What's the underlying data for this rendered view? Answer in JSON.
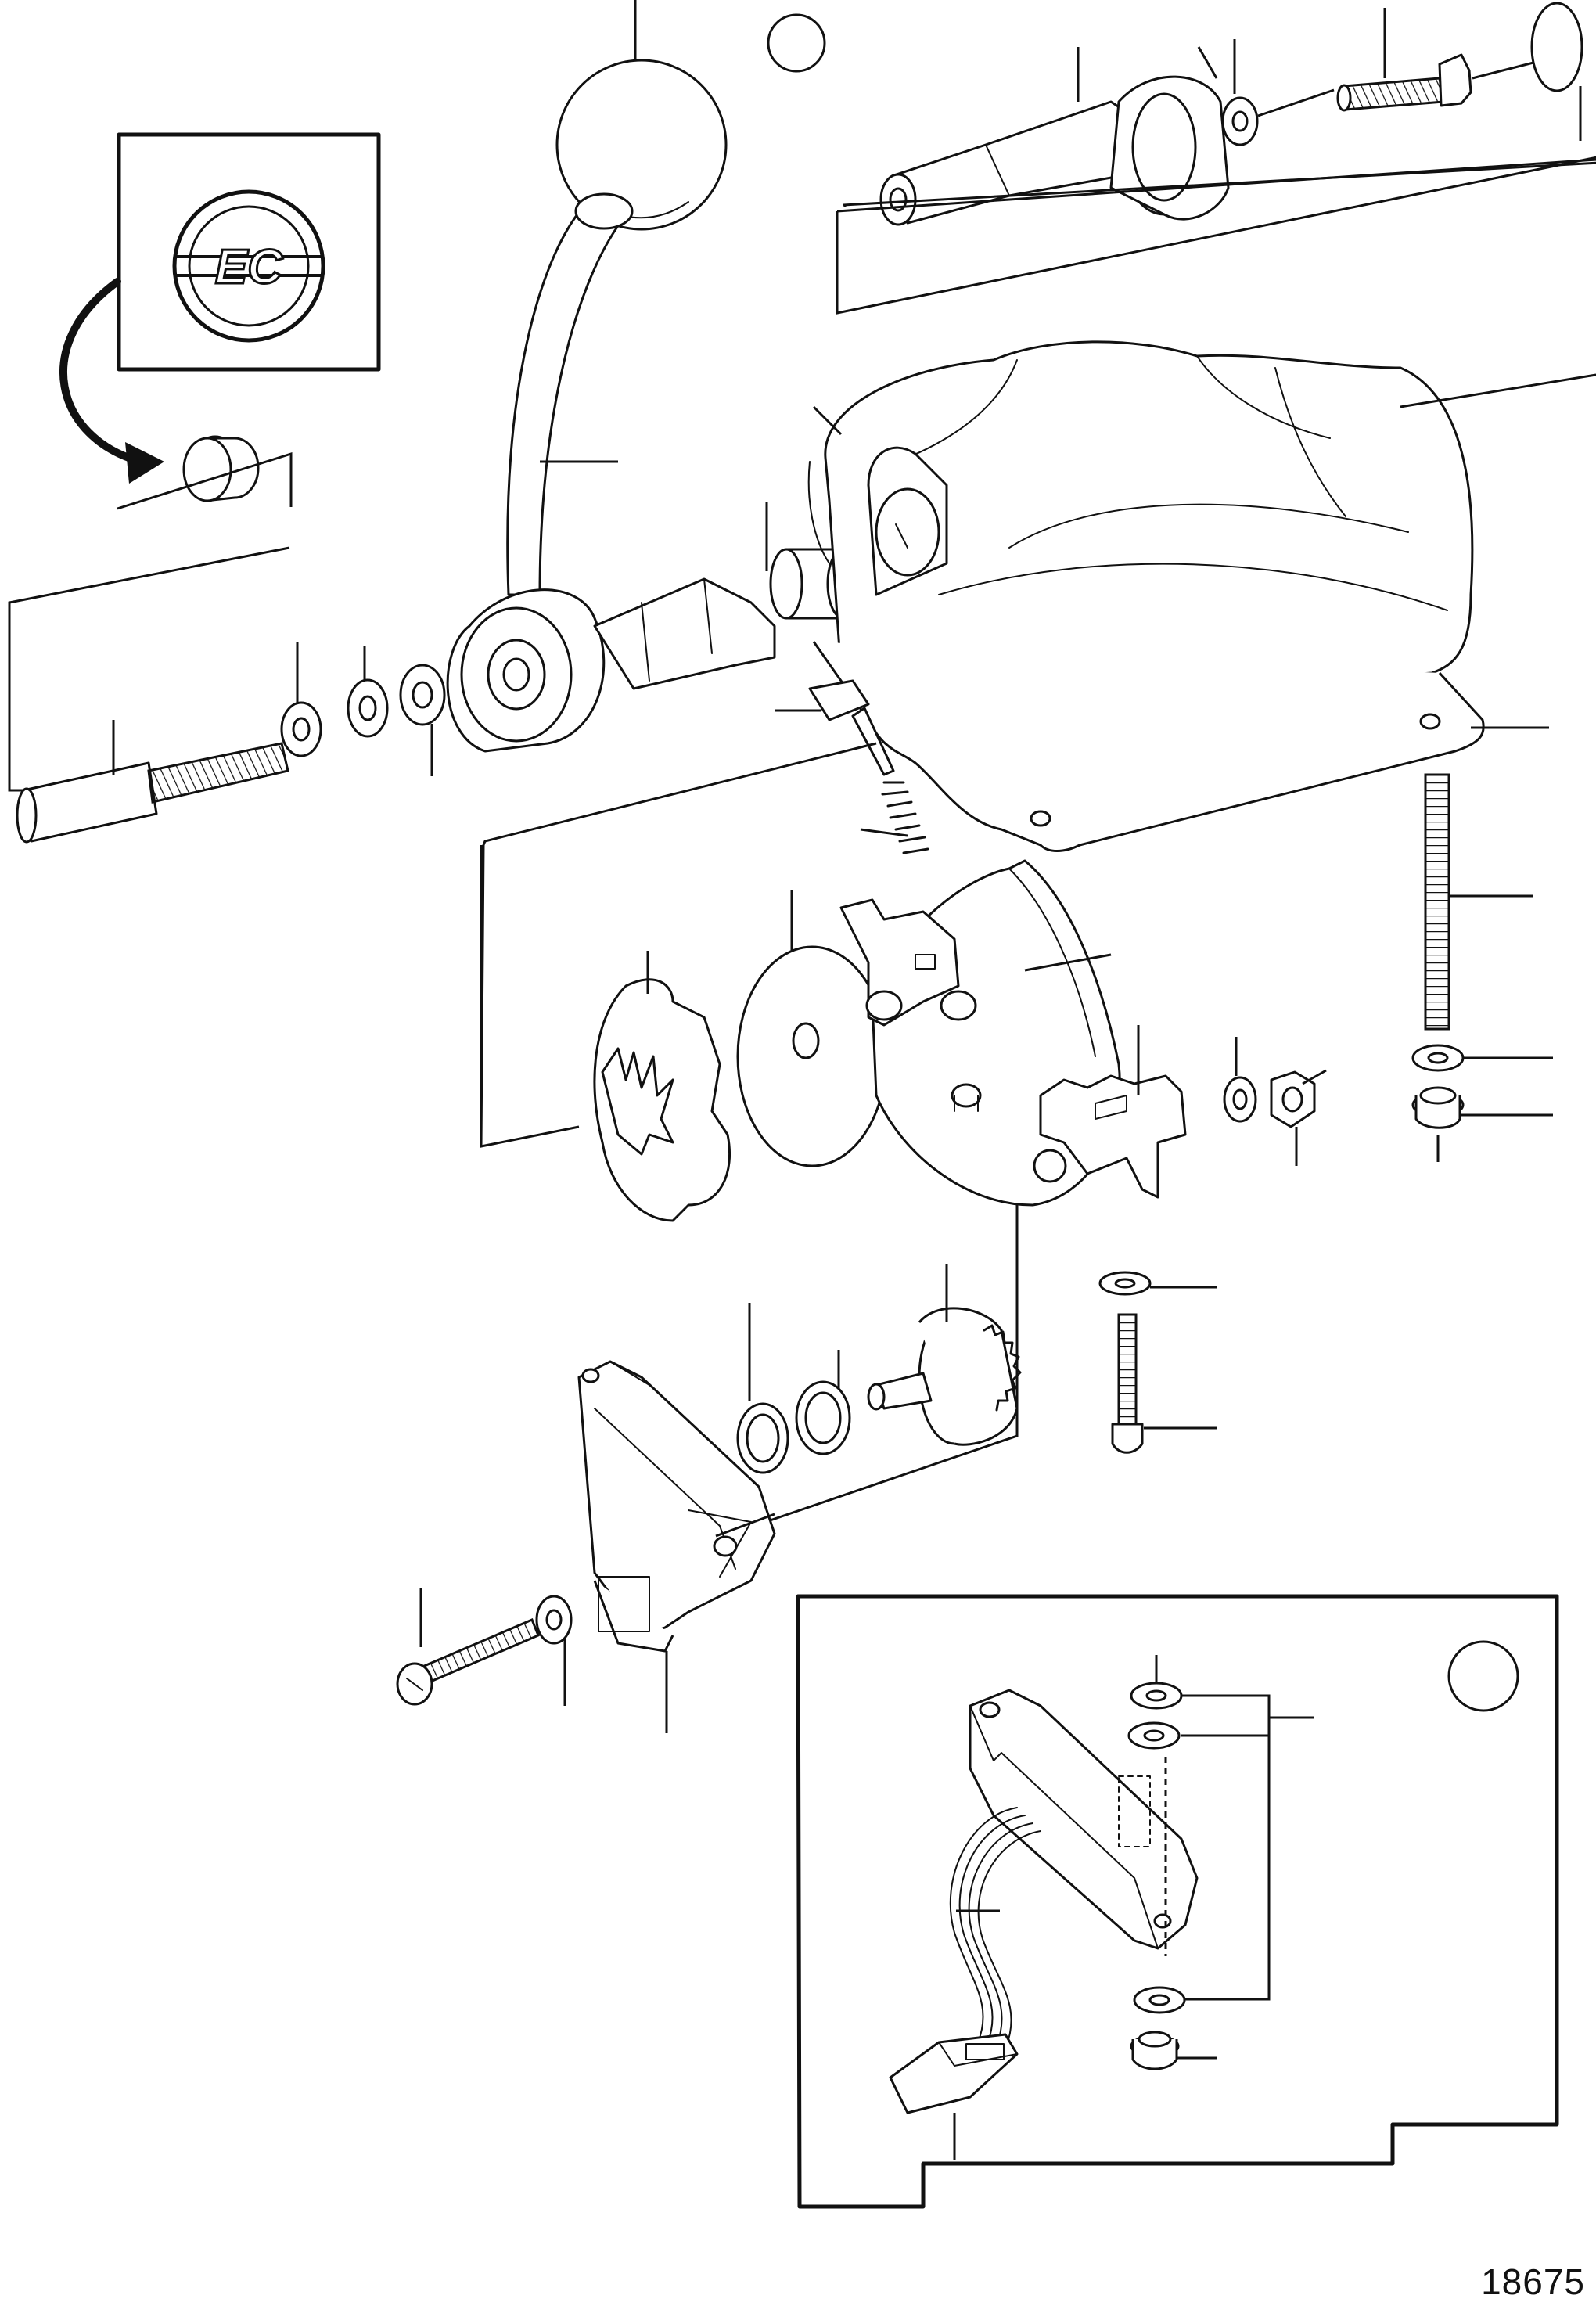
{
  "figure": {
    "number": "18675",
    "badge_text": "EC"
  },
  "colors": {
    "line": "#111111",
    "background": "#ffffff"
  },
  "icons": {
    "badge": "ec-logo-badge",
    "arrow": "curved-arrow-icon",
    "detail_marker": "circle-marker-icon"
  }
}
